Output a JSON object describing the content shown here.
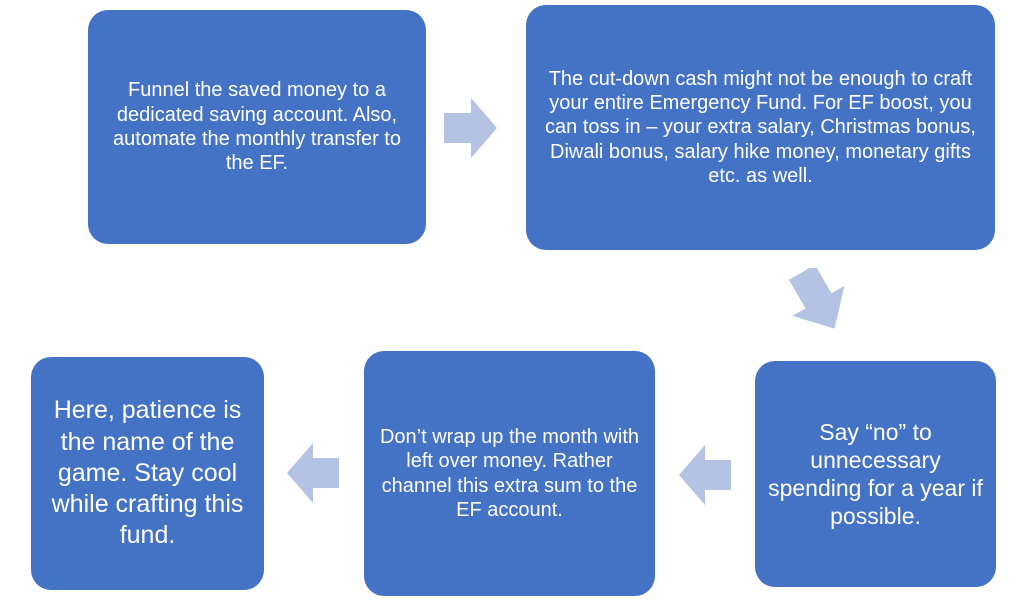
{
  "steps": [
    "Funnel the saved money to a dedicated saving account. Also, automate the monthly transfer to the EF.",
    "The cut-down cash might not be enough to craft your entire Emergency Fund. For EF boost, you can toss in – your extra salary, Christmas bonus, Diwali bonus, salary hike money, monetary gifts etc. as well.",
    "Say “no” to unnecessary spending for a year if possible.",
    "Don’t wrap up the month with left over money. Rather channel this extra sum to the EF account.",
    "Here, patience is the name of the game. Stay cool while crafting this fund."
  ],
  "colors": {
    "box_fill": "#4472c4",
    "box_text": "#ffffff",
    "arrow_fill": "#b4c2e3"
  }
}
